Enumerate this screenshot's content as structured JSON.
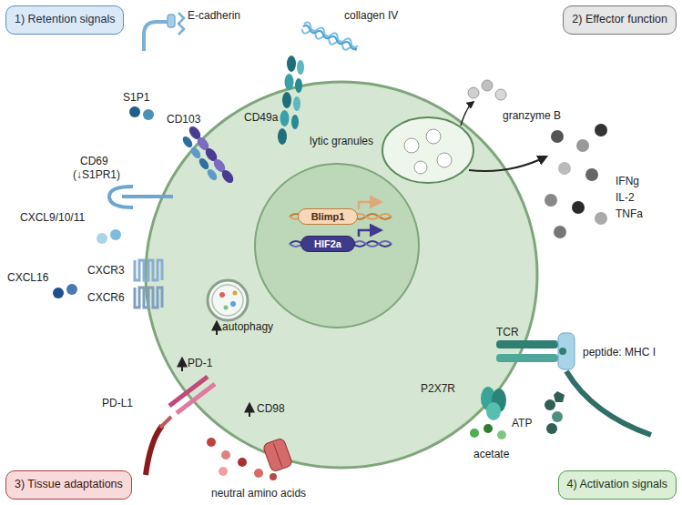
{
  "diagram": {
    "nodes": [
      {
        "text": [
          "1) Retention signals"
        ]
      },
      {
        "text": [
          "2) Effector function"
        ]
      },
      {
        "text": [
          "Blimp1"
        ]
      },
      {
        "text": [
          "HIF2a"
        ]
      },
      {
        "text": [
          "3) Tissue adaptations"
        ]
      },
      {
        "text": [
          "4) Activation signals"
        ]
      }
    ],
    "labels": [
      "E-cadherin",
      "collagen IV",
      "S1P1",
      "CD103",
      "CD49a",
      "CD69",
      "(↓S1PR1)",
      "CXCL9/10/11",
      "CXCR3",
      "CXCL16",
      "CXCR6",
      "lytic granules",
      "granzyme B",
      "IFNg",
      "IL-2",
      "TNFa",
      "autophagy",
      "PD-1",
      "CD98",
      "PD-L1",
      "neutral amino acids",
      "TCR",
      "peptide: MHC I",
      "P2X7R",
      "ATP",
      "acetate"
    ]
  }
}
